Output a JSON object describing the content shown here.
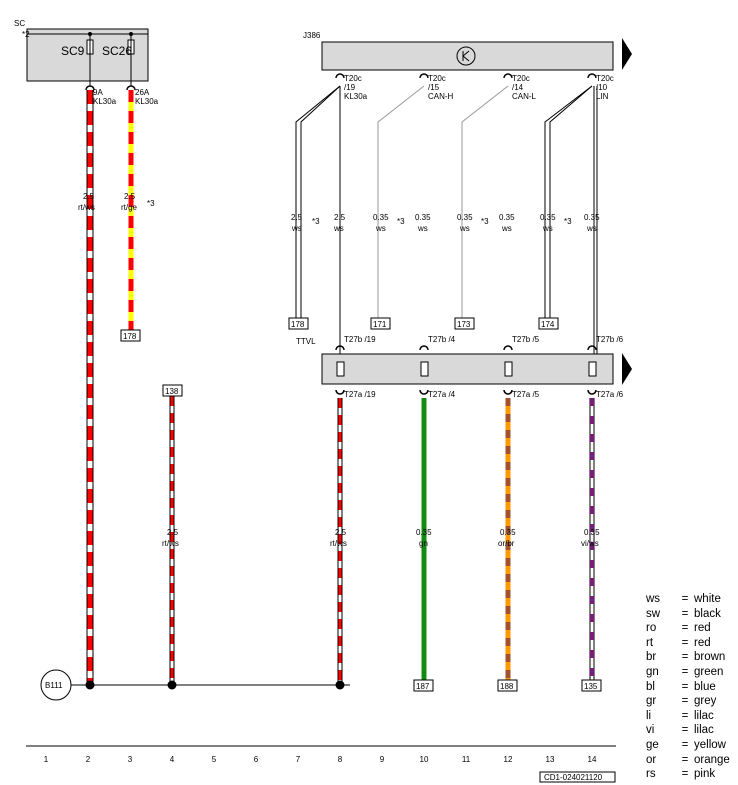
{
  "components": {
    "sc_label": "SC",
    "sc_fuse_left": "SC9",
    "sc_fuse_right": "SC26",
    "j386_label": "J386",
    "ttvl_label": "TTVL",
    "ground_label": "B111"
  },
  "fuse_pins": [
    {
      "pin": "9A",
      "term": "KL30a"
    },
    {
      "pin": "26A",
      "term": "KL30a"
    }
  ],
  "j386_pins": [
    {
      "pin": "T20c",
      "num": "/19",
      "sig": "KL30a"
    },
    {
      "pin": "T20c",
      "num": "/15",
      "sig": "CAN-H"
    },
    {
      "pin": "T20c",
      "num": "/14",
      "sig": "CAN-L"
    },
    {
      "pin": "T20c",
      "num": "/10",
      "sig": "LIN"
    }
  ],
  "upper_wires": [
    {
      "size": "2.5",
      "color": "rt/ws"
    },
    {
      "size": "2.5",
      "color": "rt/ge"
    },
    {
      "size": "2.5",
      "color": "ws"
    },
    {
      "size": "2.5",
      "color": "ws"
    },
    {
      "size": "0.35",
      "color": "ws"
    },
    {
      "size": "0.35",
      "color": "ws"
    },
    {
      "size": "0.35",
      "color": "ws"
    },
    {
      "size": "0.35",
      "color": "ws"
    },
    {
      "size": "0.35",
      "color": "ws"
    },
    {
      "size": "0.35",
      "color": "ws"
    }
  ],
  "ttvl_pins_top": [
    "T27b /19",
    "T27b /4",
    "T27b /5",
    "T27b /6"
  ],
  "ttvl_pins_bottom": [
    "T27a /19",
    "T27a /4",
    "T27a /5",
    "T27a /6"
  ],
  "lower_wires": [
    {
      "size": "2.5",
      "color": "rt/ws"
    },
    {
      "size": "2.5",
      "color": "rt/ws"
    },
    {
      "size": "0.35",
      "color": "gn"
    },
    {
      "size": "0.35",
      "color": "or/br"
    },
    {
      "size": "0.35",
      "color": "vi/ws"
    }
  ],
  "references": [
    "178",
    "178",
    "171",
    "173",
    "174",
    "138",
    "187",
    "188",
    "135"
  ],
  "footnote_marks": [
    "*2",
    "*3",
    "*3",
    "*3",
    "*3",
    "*3"
  ],
  "columns": [
    "1",
    "2",
    "3",
    "4",
    "5",
    "6",
    "7",
    "8",
    "9",
    "10",
    "11",
    "12",
    "13",
    "14"
  ],
  "diagram_id": "CD1-024021120",
  "legend": [
    {
      "code": "ws",
      "name": "white"
    },
    {
      "code": "sw",
      "name": "black"
    },
    {
      "code": "ro",
      "name": "red"
    },
    {
      "code": "rt",
      "name": "red"
    },
    {
      "code": "br",
      "name": "brown"
    },
    {
      "code": "gn",
      "name": "green"
    },
    {
      "code": "bl",
      "name": "blue"
    },
    {
      "code": "gr",
      "name": "grey"
    },
    {
      "code": "li",
      "name": "lilac"
    },
    {
      "code": "vi",
      "name": "lilac"
    },
    {
      "code": "ge",
      "name": "yellow"
    },
    {
      "code": "or",
      "name": "orange"
    },
    {
      "code": "rs",
      "name": "pink"
    }
  ],
  "legend_equals": "=",
  "wire_colors": {
    "red": "#ff0000",
    "yellow": "#ffff00",
    "green": "#138a12",
    "orange": "#ff9900",
    "brown": "#a0522d",
    "violet": "#7a1a7a",
    "panel": "#d9d9d9"
  }
}
